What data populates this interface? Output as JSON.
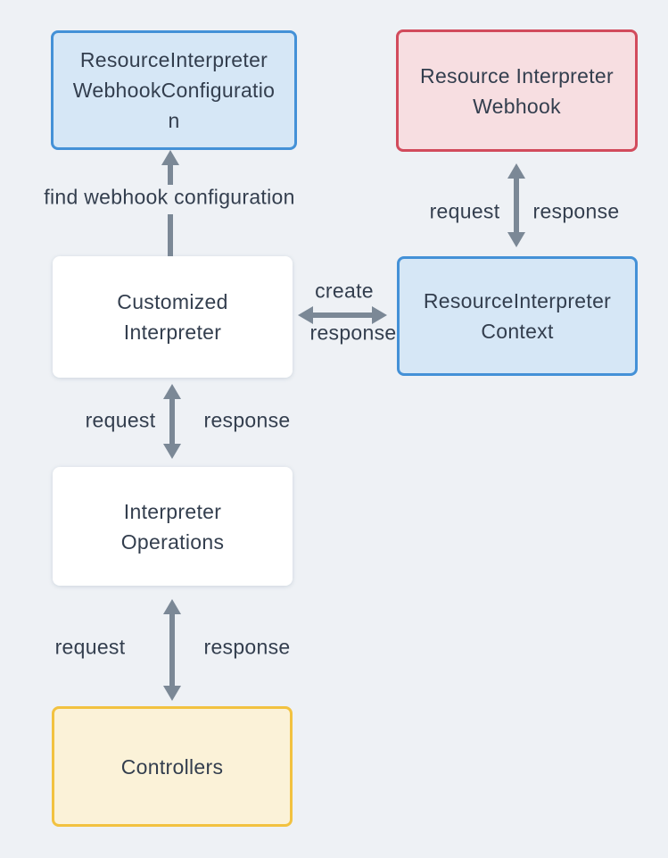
{
  "diagram": {
    "nodes": {
      "webhook_configuration": {
        "label": "ResourceInterpreter\nWebhookConfiguratio\nn",
        "style": "blue"
      },
      "webhook": {
        "label": "Resource Interpreter\nWebhook",
        "style": "red"
      },
      "customized_interpreter": {
        "label": "Customized\nInterpreter",
        "style": "white"
      },
      "context": {
        "label": "ResourceInterpreter\nContext",
        "style": "blue"
      },
      "operations": {
        "label": "Interpreter\nOperations",
        "style": "white"
      },
      "controllers": {
        "label": "Controllers",
        "style": "yellow"
      }
    },
    "edges": {
      "find_webhook": {
        "label": "find webhook configuration"
      },
      "webhook_context": {
        "request": "request",
        "response": "response"
      },
      "customized_context": {
        "create": "create",
        "response": "response"
      },
      "customized_operations": {
        "request": "request",
        "response": "response"
      },
      "operations_controllers": {
        "request": "request",
        "response": "response"
      }
    },
    "colors": {
      "background": "#eef1f5",
      "arrow": "#7b8896",
      "text": "#333e4e",
      "blue_fill": "#d6e7f6",
      "blue_border": "#4491d7",
      "red_fill": "#f7dee1",
      "red_border": "#d24b5c",
      "yellow_fill": "#fbf2d8",
      "yellow_border": "#f2c240",
      "white_fill": "#ffffff"
    }
  }
}
